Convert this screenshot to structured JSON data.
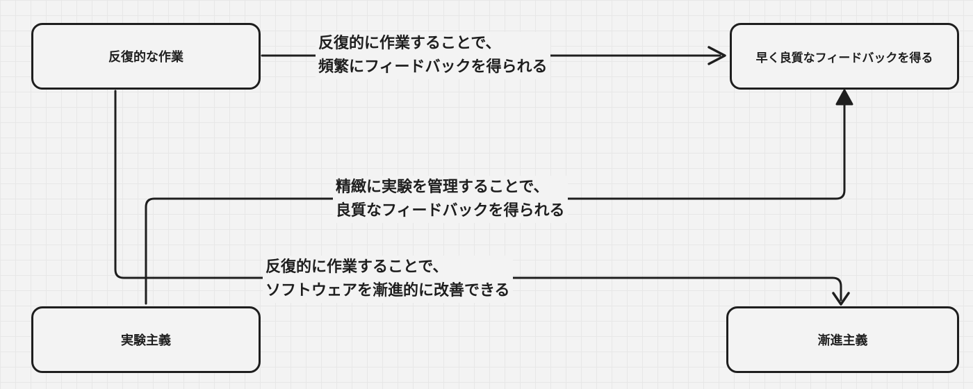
{
  "diagram": {
    "nodes": {
      "iterative_work": "反復的な作業",
      "fast_quality_feedback": "早く良質なフィードバックを得る",
      "experimentalism": "実験主義",
      "incrementalism": "漸進主義"
    },
    "edges": {
      "iterative_to_feedback": {
        "line1": "反復的に作業することで、",
        "line2": "頻繁にフィードバックを得られる"
      },
      "experimental_to_feedback": {
        "line1": "精緻に実験を管理することで、",
        "line2": "良質なフィードバックを得られる"
      },
      "iterative_to_incremental": {
        "line1": "反復的に作業することで、",
        "line2": "ソフトウェアを漸進的に改善できる"
      }
    }
  },
  "colors": {
    "stroke": "#1e1e1e",
    "background": "#f3f3f3",
    "grid": "#e7e7e7"
  }
}
